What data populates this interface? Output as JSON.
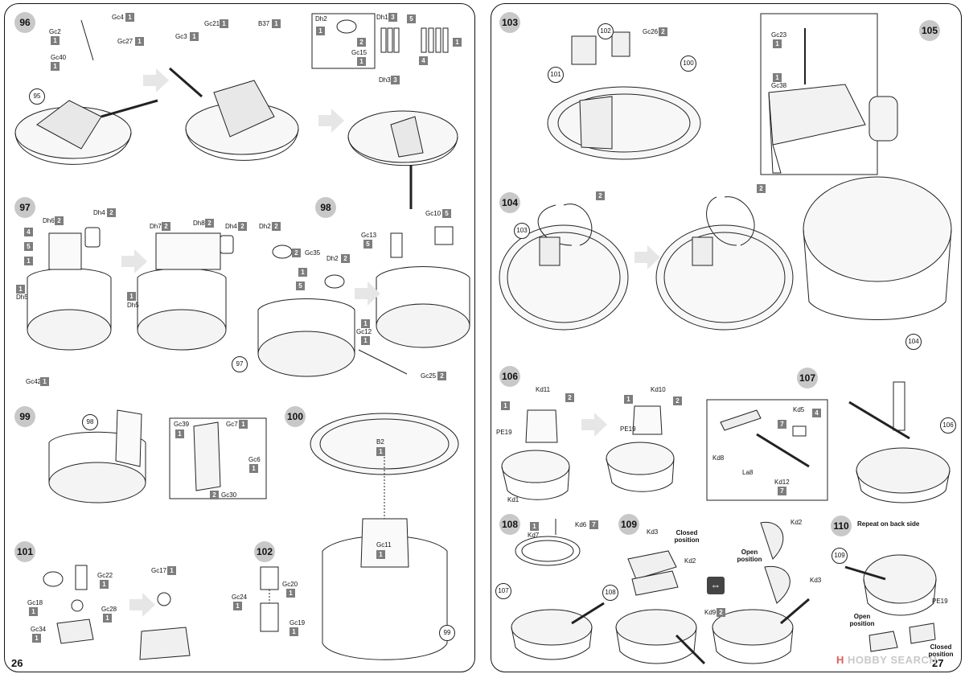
{
  "pages": {
    "left": "26",
    "right": "27"
  },
  "steps": [
    {
      "id": "s96",
      "n": "96"
    },
    {
      "id": "s97",
      "n": "97"
    },
    {
      "id": "s98",
      "n": "98"
    },
    {
      "id": "s99",
      "n": "99"
    },
    {
      "id": "s100",
      "n": "100"
    },
    {
      "id": "s101",
      "n": "101"
    },
    {
      "id": "s102",
      "n": "102"
    },
    {
      "id": "s103",
      "n": "103"
    },
    {
      "id": "s104",
      "n": "104"
    },
    {
      "id": "s105",
      "n": "105"
    },
    {
      "id": "s106",
      "n": "106"
    },
    {
      "id": "s107",
      "n": "107"
    },
    {
      "id": "s108",
      "n": "108"
    },
    {
      "id": "s109",
      "n": "109"
    },
    {
      "id": "s110",
      "n": "110"
    }
  ],
  "refs": {
    "r95": "95",
    "r97": "97",
    "r98": "98",
    "r99": "99",
    "r100": "100",
    "r101": "101",
    "r102": "102",
    "r103": "103",
    "r104": "104",
    "r106": "106",
    "r107": "107",
    "r108": "108",
    "r109": "109"
  },
  "parts": {
    "gc4": "Gc4",
    "gc2": "Gc2",
    "gc27": "Gc27",
    "gc40": "Gc40",
    "gc3": "Gc3",
    "gc21": "Gc21",
    "b37": "B37",
    "dh2a": "Dh2",
    "gc15": "Gc15",
    "dh1": "Dh1",
    "dh3": "Dh3",
    "dh6": "Dh6",
    "dh4a": "Dh4",
    "dh5a": "Dh5",
    "gc42": "Gc42",
    "dh7": "Dh7",
    "dh8": "Dh8",
    "dh4b": "Dh4",
    "dh5b": "Dh5",
    "dh2b": "Dh2",
    "gc35": "Gc35",
    "dh2c": "Dh2",
    "gc13": "Gc13",
    "gc10": "Gc10",
    "gc12": "Gc12",
    "gc25": "Gc25",
    "gc39": "Gc39",
    "gc7": "Gc7",
    "gc6": "Gc6",
    "gc30": "Gc30",
    "b2": "B2",
    "gc11": "Gc11",
    "gc22": "Gc22",
    "gc18": "Gc18",
    "gc28": "Gc28",
    "gc34": "Gc34",
    "gc17": "Gc17",
    "gc20": "Gc20",
    "gc24": "Gc24",
    "gc19": "Gc19",
    "gc26": "Gc26",
    "gc23": "Gc23",
    "gc38": "Gc38",
    "kd11": "Kd11",
    "pe19a": "PE19",
    "kd1": "Kd1",
    "kd10": "Kd10",
    "pe19b": "PE19",
    "kd5": "Kd5",
    "kd8": "Kd8",
    "la8": "La8",
    "kd12": "Kd12",
    "kd7": "Kd7",
    "kd6": "Kd6",
    "kd3a": "Kd3",
    "kd2a": "Kd2",
    "kd9": "Kd9",
    "kd2b": "Kd2",
    "kd3b": "Kd3",
    "pe19c": "PE19"
  },
  "qty": {
    "q_gc4": "1",
    "q_gc2": "1",
    "q_gc27": "1",
    "q_gc40": "1",
    "q_gc3": "1",
    "q_gc21": "1",
    "q_b37": "1",
    "q_dh2a1": "1",
    "q_dh2a2": "2",
    "q_gc15": "1",
    "q_dh1": "3",
    "q_dh3": "3",
    "q_5a": "5",
    "q_4a": "4",
    "q_1a": "1",
    "q_dh6": "2",
    "q_dh4a": "2",
    "q_4b": "4",
    "q_5b": "5",
    "q_1b": "1",
    "q_dh5a": "1",
    "q_gc42": "1",
    "q_dh7": "2",
    "q_dh8": "2",
    "q_dh4b": "2",
    "q_dh5b": "1",
    "q_dh2b": "2",
    "q_gc35a": "2",
    "q_gc35b": "1",
    "q_5c": "5",
    "q_dh2c": "2",
    "q_gc13": "5",
    "q_gc13b": "1",
    "q_gc10": "5",
    "q_gc12": "1",
    "q_gc25": "2",
    "q_gc39": "1",
    "q_gc7": "1",
    "q_gc6": "1",
    "q_gc30": "2",
    "q_b2": "1",
    "q_gc11": "1",
    "q_gc22": "1",
    "q_gc18": "1",
    "q_gc28": "1",
    "q_gc34": "1",
    "q_gc17": "1",
    "q_gc20": "1",
    "q_gc24": "1",
    "q_gc19": "1",
    "q_gc26": "2",
    "q_104a": "2",
    "q_104b": "2",
    "q_gc23": "1",
    "q_gc38": "1",
    "q_106a": "1",
    "q_kd11": "2",
    "q_106b": "1",
    "q_kd10": "2",
    "q_kd5": "4",
    "q_kd7b": "7",
    "q_kd12": "7",
    "q_kd7": "1",
    "q_kd6": "7",
    "q_kd9": "2"
  },
  "notes": {
    "closed1": "Closed position",
    "open1": "Open position",
    "repeat": "Repeat on back side",
    "open2": "Open position",
    "closed2": "Closed position"
  },
  "watermark": {
    "brand_h": "H",
    "brand": "HOBBY SEARCH"
  }
}
